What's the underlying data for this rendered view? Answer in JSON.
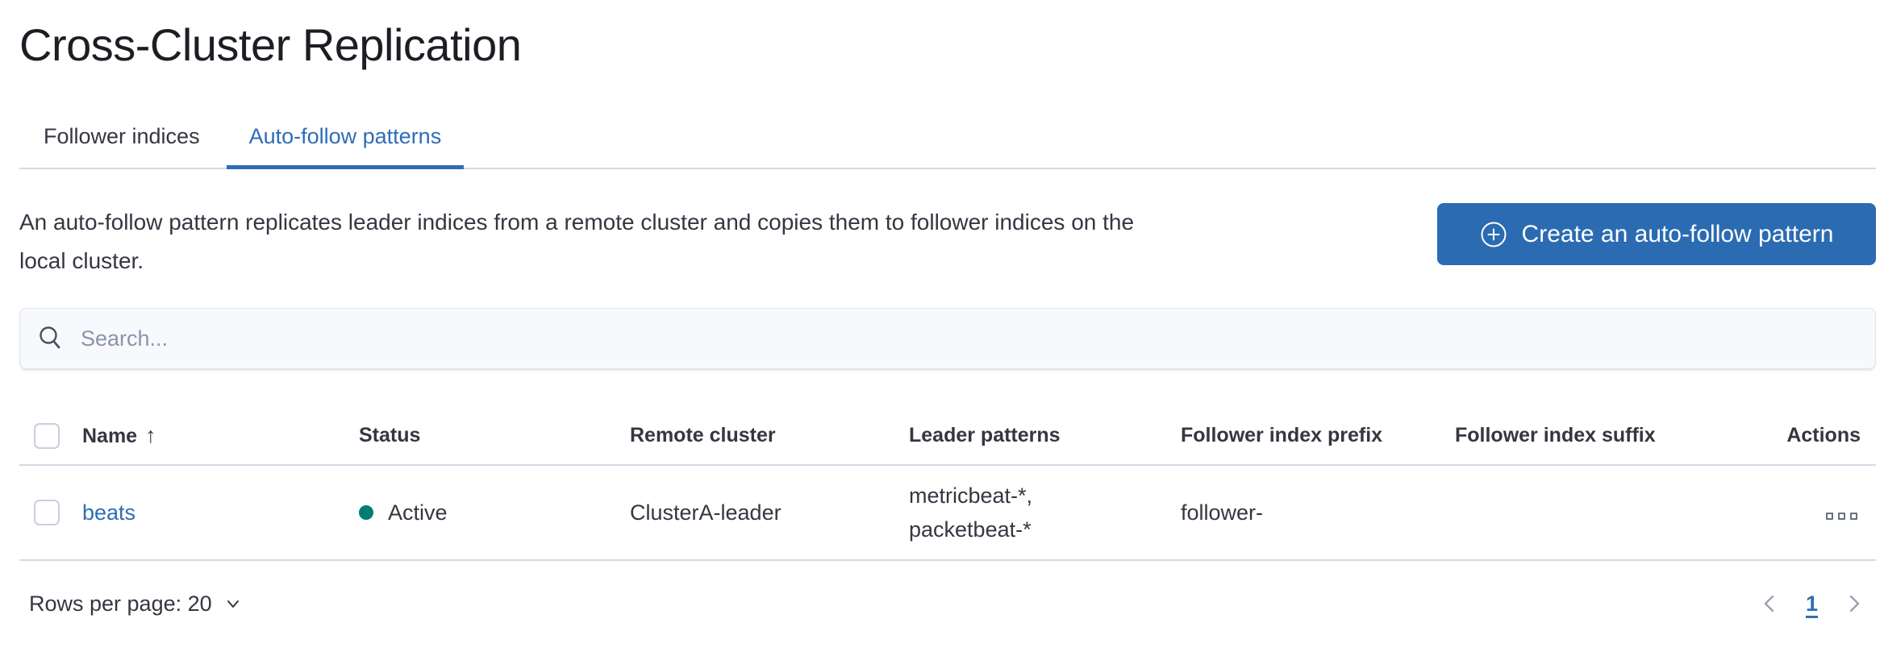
{
  "page": {
    "title": "Cross-Cluster Replication"
  },
  "tabs": [
    {
      "label": "Follower indices",
      "active": false
    },
    {
      "label": "Auto-follow patterns",
      "active": true
    }
  ],
  "intro": {
    "description": "An auto-follow pattern replicates leader indices from a remote cluster and copies them to follower indices on the local cluster.",
    "description_lines": [
      "An auto-follow pattern replicates leader indices from a remote cluster and copies them to follower indices on the",
      "local cluster."
    ],
    "create_button_label": "Create an auto-follow pattern",
    "create_button_icon": "plus-in-circle-icon"
  },
  "search": {
    "placeholder": "Search...",
    "value": "",
    "icon": "search-icon"
  },
  "table": {
    "sort": {
      "column": "Name",
      "direction": "ascending",
      "icon": "↑"
    },
    "columns": {
      "name": "Name",
      "status": "Status",
      "remote_cluster": "Remote cluster",
      "leader_patterns": "Leader patterns",
      "follower_index_prefix": "Follower index prefix",
      "follower_index_suffix": "Follower index suffix",
      "actions": "Actions"
    },
    "rows": [
      {
        "name": "beats",
        "status": "Active",
        "remote_cluster": "ClusterA-leader",
        "leader_patterns": "metricbeat-*, packetbeat-*",
        "leader_patterns_lines": [
          "metricbeat-*,",
          "packetbeat-*"
        ],
        "follower_index_prefix": "follower-",
        "follower_index_suffix": "",
        "actions_icon": "boxes-horizontal-icon"
      }
    ]
  },
  "footer": {
    "rows_per_page_label": "Rows per page: 20",
    "pagination": {
      "current_page": "1"
    }
  },
  "colors": {
    "accent_blue": "#2e6db4",
    "button_blue": "#2b6bb1",
    "status_active_green": "#017d73",
    "divider_gray": "#d3dae6",
    "text_dark": "#343741",
    "placeholder_gray": "#8b95a8",
    "disabled_gray": "#98a2b3"
  }
}
